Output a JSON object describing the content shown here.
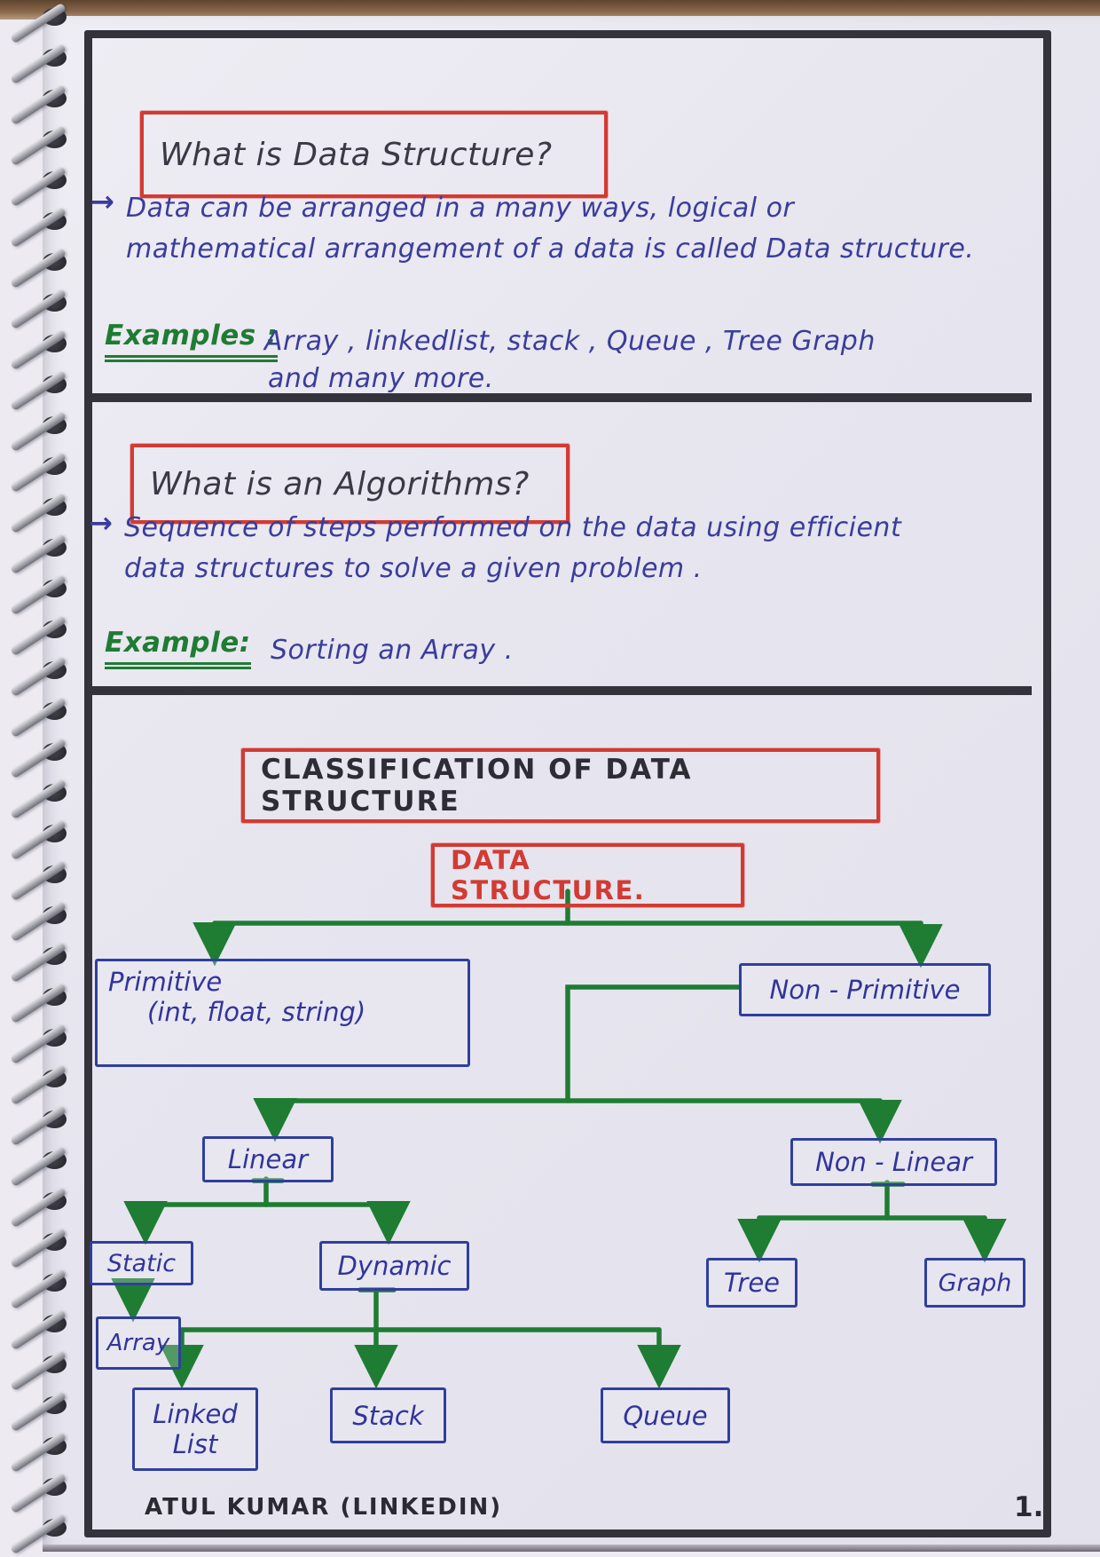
{
  "page": {
    "footer": "ATUL KUMAR (LINKEDIN)",
    "number": "1."
  },
  "colors": {
    "red_box": "#d23b33",
    "blue_ink": "#3a3d9b",
    "green_ink": "#1f7c33",
    "dark_ink": "#3a3a46",
    "frame": "#34333b",
    "paper": "#e7e5ee"
  },
  "q1": {
    "title": "What is Data Structure?",
    "pointer": "→",
    "body_line1": "Data can be arranged in a many ways, logical or",
    "body_line2": "mathematical arrangement of a data is called Data structure.",
    "examples_label": "Examples :",
    "examples_line1": "Array , linkedlist, stack , Queue , Tree Graph",
    "examples_line2": "and many more."
  },
  "q2": {
    "title": "What is an Algorithms?",
    "pointer": "→",
    "body_line1": "Sequence of steps performed on the data using efficient",
    "body_line2": "data structures to solve a given problem .",
    "example_label": "Example:",
    "example_text": "Sorting an Array ."
  },
  "diagram": {
    "title": "CLASSIFICATION OF DATA STRUCTURE",
    "nodes": {
      "root": "DATA STRUCTURE.",
      "primitive": "Primitive",
      "primitive_types": "(int, float, string)",
      "non_primitive": "Non - Primitive",
      "linear": "Linear",
      "non_linear": "Non - Linear",
      "static": "Static",
      "dynamic": "Dynamic",
      "tree": "Tree",
      "graph": "Graph",
      "array": "Array",
      "linked_list_line1": "Linked",
      "linked_list_line2": "List",
      "stack": "Stack",
      "queue": "Queue"
    },
    "edges": [
      [
        "DATA STRUCTURE.",
        "Primitive"
      ],
      [
        "DATA STRUCTURE.",
        "Non - Primitive"
      ],
      [
        "Non - Primitive",
        "Linear"
      ],
      [
        "Non - Primitive",
        "Non - Linear"
      ],
      [
        "Linear",
        "Static"
      ],
      [
        "Linear",
        "Dynamic"
      ],
      [
        "Non - Linear",
        "Tree"
      ],
      [
        "Non - Linear",
        "Graph"
      ],
      [
        "Static",
        "Array"
      ],
      [
        "Dynamic",
        "Linked List"
      ],
      [
        "Dynamic",
        "Stack"
      ],
      [
        "Dynamic",
        "Queue"
      ]
    ]
  }
}
